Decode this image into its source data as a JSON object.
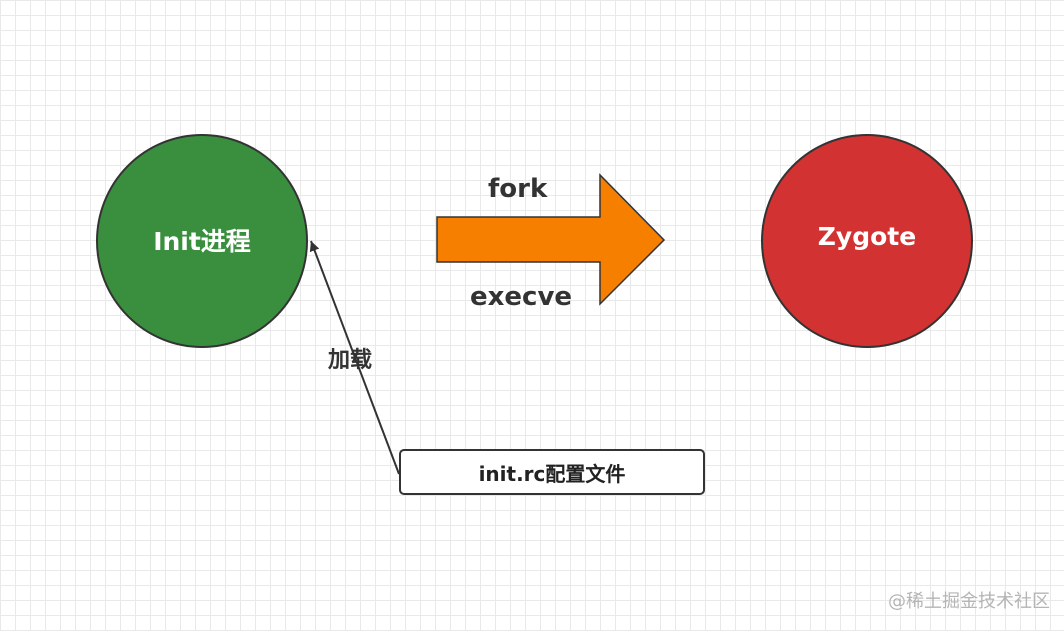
{
  "nodes": {
    "init_process": {
      "label": "Init进程",
      "fill": "#3a8f3e"
    },
    "zygote": {
      "label": "Zygote",
      "fill": "#d33232"
    },
    "config_file": {
      "label": "init.rc配置文件"
    }
  },
  "edges": {
    "fork_arrow": {
      "label_top": "fork",
      "label_bottom": "execve",
      "fill": "#f67f00"
    },
    "load_arrow": {
      "label": "加载"
    }
  },
  "watermark": "@稀土掘金技术社区"
}
